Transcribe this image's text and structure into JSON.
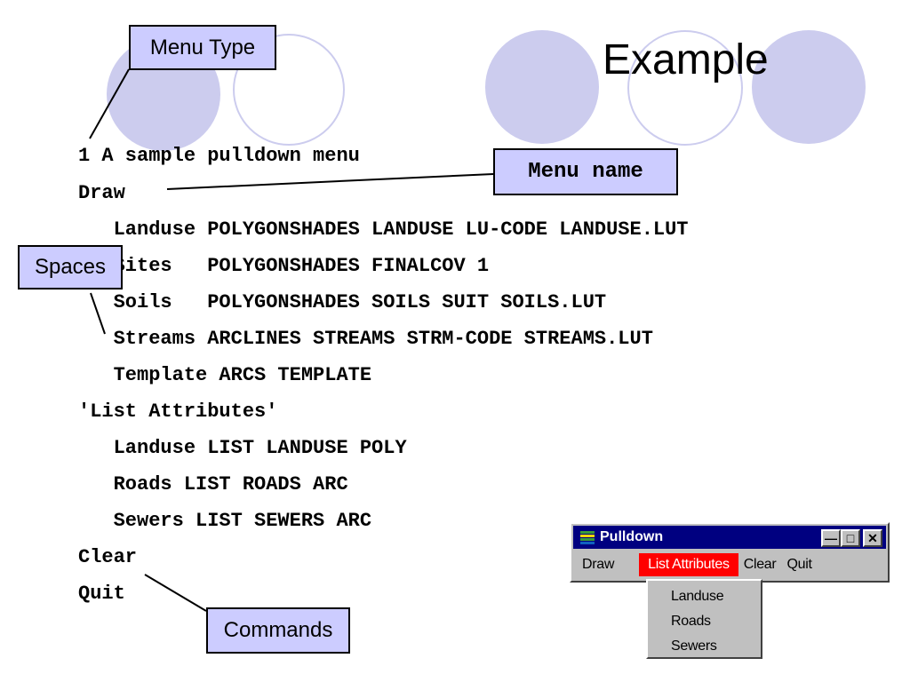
{
  "slide": {
    "title": "Example",
    "code_lines": [
      "1 A sample pulldown menu",
      "Draw",
      "   Landuse POLYGONSHADES LANDUSE LU-CODE LANDUSE.LUT",
      "   Sites   POLYGONSHADES FINALCOV 1",
      "   Soils   POLYGONSHADES SOILS SUIT SOILS.LUT",
      "   Streams ARCLINES STREAMS STRM-CODE STREAMS.LUT",
      "   Template ARCS TEMPLATE",
      "'List Attributes'",
      "   Landuse LIST LANDUSE POLY",
      "   Roads LIST ROADS ARC",
      "   Sewers LIST SEWERS ARC",
      "Clear",
      "Quit"
    ],
    "callouts": {
      "menu_type": "Menu Type",
      "menu_name": "Menu name",
      "spaces": "Spaces",
      "commands": "Commands"
    },
    "colors": {
      "circle": "#ccccee",
      "callout_fill": "#ccccff",
      "window_title": "#000080",
      "menu_highlight": "#ff0000"
    }
  },
  "window": {
    "title": "Pulldown",
    "icon": "app-icon",
    "controls": [
      "minimize-icon",
      "maximize-icon",
      "close-icon"
    ],
    "menu": [
      "Draw",
      "List Attributes",
      "Clear",
      "Quit"
    ],
    "active_menu": "List Attributes",
    "dropdown_items": [
      "Landuse",
      "Roads",
      "Sewers"
    ]
  }
}
